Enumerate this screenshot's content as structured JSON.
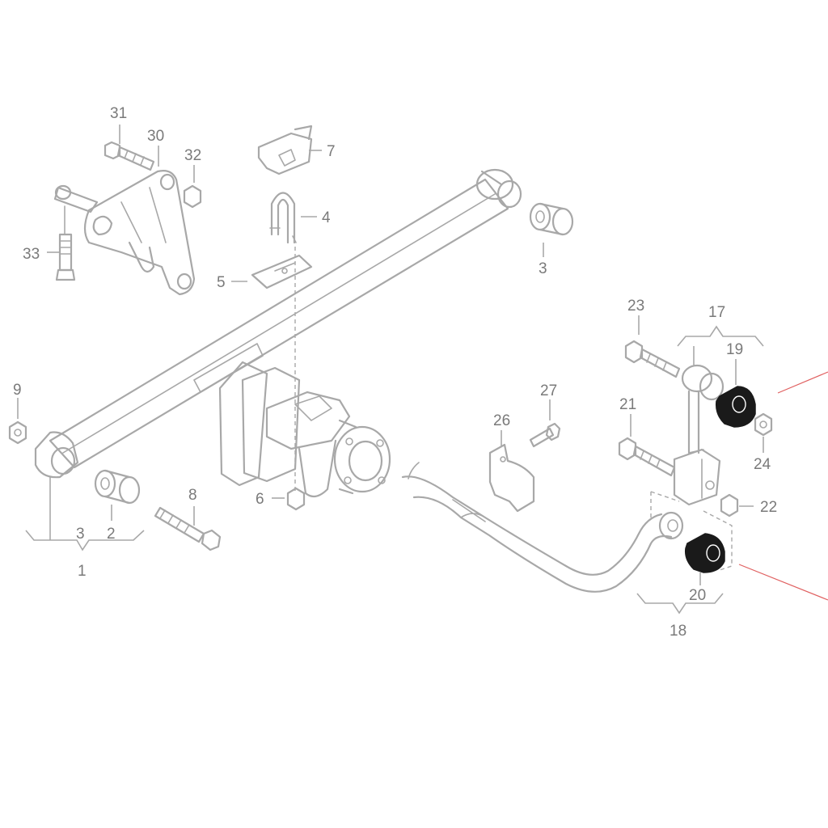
{
  "labels": {
    "p1": "1",
    "p2": "2",
    "p3a": "3",
    "p3b": "3",
    "p4": "4",
    "p5": "5",
    "p6": "6",
    "p7": "7",
    "p8": "8",
    "p9": "9",
    "p17": "17",
    "p18": "18",
    "p19": "19",
    "p20": "20",
    "p21": "21",
    "p22": "22",
    "p23": "23",
    "p24": "24",
    "p26": "26",
    "p27": "27",
    "p30": "30",
    "p31": "31",
    "p32": "32",
    "p33": "33"
  },
  "colors": {
    "line": "#a8a8a8",
    "label": "#7a7a7a",
    "highlight": "#1a1a1a",
    "pointer": "#e06060"
  }
}
